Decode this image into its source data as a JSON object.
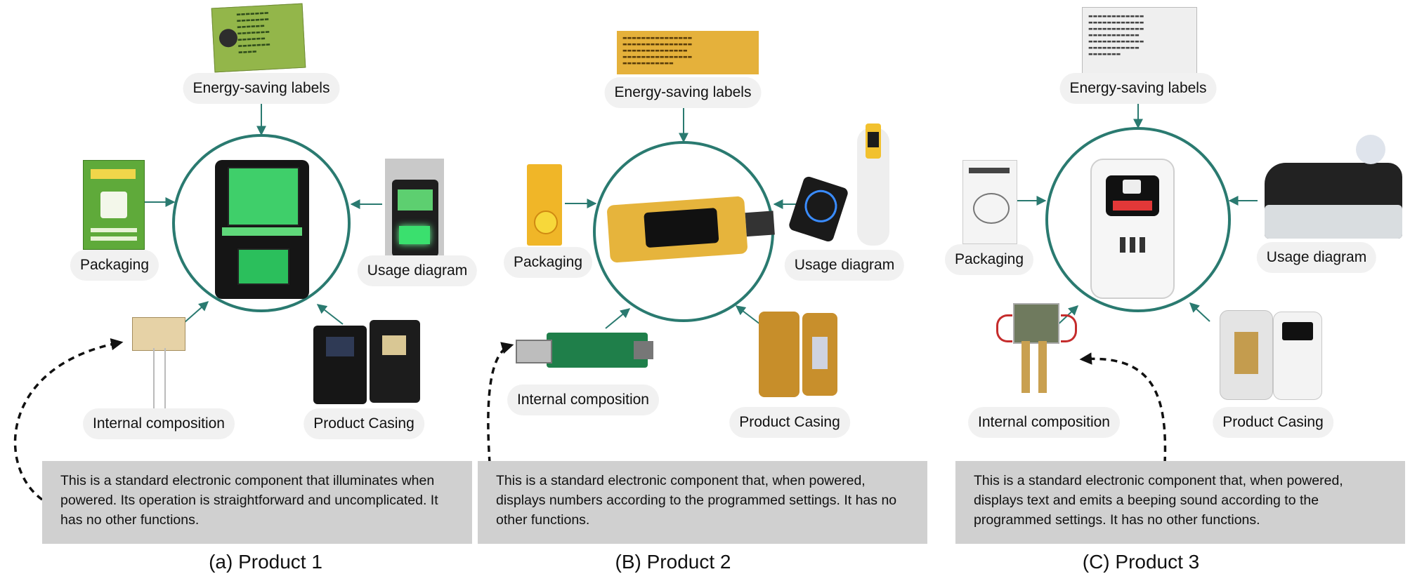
{
  "panels": [
    {
      "caption": "(a) Product 1",
      "labels": {
        "energy": "Energy-saving labels",
        "packaging": "Packaging",
        "usage": "Usage diagram",
        "internal": "Internal composition",
        "casing": "Product Casing"
      },
      "description": "This is a standard electronic component that illuminates when powered. Its operation is straightforward and uncomplicated. It has no other functions."
    },
    {
      "caption": "(B) Product 2",
      "labels": {
        "energy": "Energy-saving labels",
        "packaging": "Packaging",
        "usage": "Usage diagram",
        "internal": "Internal composition",
        "casing": "Product Casing"
      },
      "description": "This is a standard electronic component that, when powered, displays numbers according to the programmed settings. It has no other functions."
    },
    {
      "caption": "(C) Product 3",
      "labels": {
        "energy": "Energy-saving labels",
        "packaging": "Packaging",
        "usage": "Usage diagram",
        "internal": "Internal composition",
        "casing": "Product Casing"
      },
      "description": "This is a standard electronic component that, when powered, displays text and emits a beeping sound according to the programmed settings. It has no other functions."
    }
  ],
  "colors": {
    "circle": "#2a7a70",
    "arrow": "#2a7a70",
    "description_bg": "#d0d0d0",
    "label_bg": "#f1f1f1"
  }
}
